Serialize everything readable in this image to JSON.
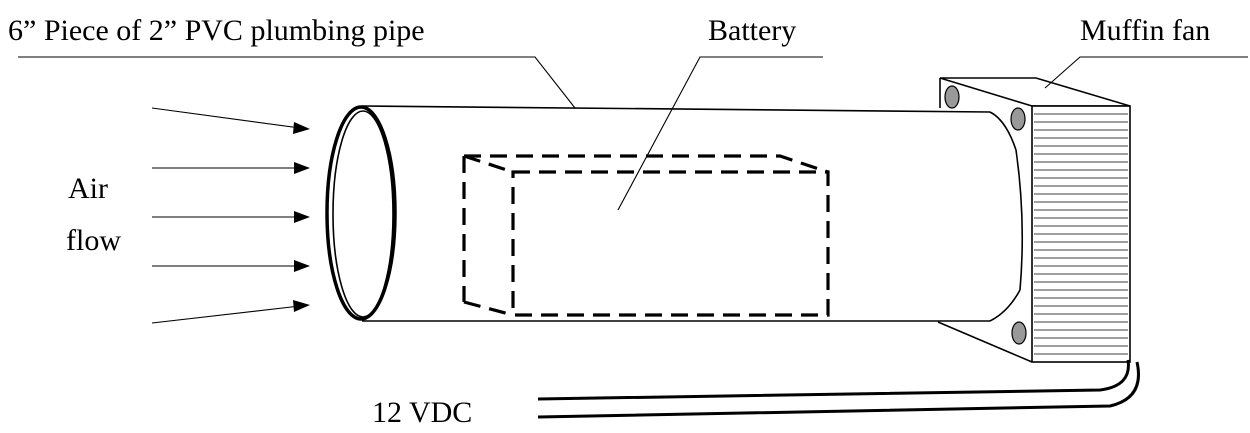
{
  "labels": {
    "pipe": "6” Piece of 2” PVC plumbing pipe",
    "battery": "Battery",
    "fan": "Muffin fan",
    "air_line1": "Air",
    "air_line2": "flow",
    "power": "12 VDC"
  }
}
